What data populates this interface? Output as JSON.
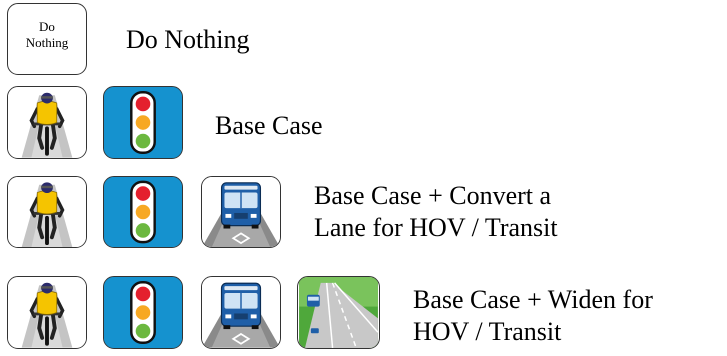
{
  "legend": {
    "do_nothing_tile": {
      "line1": "Do",
      "line2": "Nothing"
    },
    "rows": [
      {
        "label_lines": [
          "Do Nothing"
        ],
        "icons": [
          "do-nothing"
        ]
      },
      {
        "label_lines": [
          "Base Case"
        ],
        "icons": [
          "bicyclist",
          "traffic-signal"
        ]
      },
      {
        "label_lines": [
          "Base Case + Convert a",
          "Lane for HOV / Transit"
        ],
        "icons": [
          "bicyclist",
          "traffic-signal",
          "bus-hov-lane"
        ]
      },
      {
        "label_lines": [
          "Base Case + Widen for",
          "HOV / Transit"
        ],
        "icons": [
          "bicyclist",
          "traffic-signal",
          "bus-hov-lane",
          "widened-highway"
        ]
      }
    ]
  },
  "colors": {
    "signal_background": "#1592cf",
    "signal_red": "#e4202e",
    "signal_amber": "#f7a823",
    "signal_green": "#6cb83f",
    "cyclist_jersey": "#f5c400",
    "road_gray": "#c8c8c8"
  }
}
